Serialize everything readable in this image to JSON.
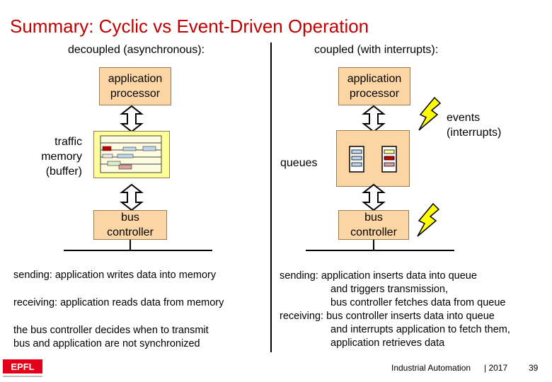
{
  "title": "Summary: Cyclic vs Event-Driven Operation",
  "left": {
    "heading": "decoupled (asynchronous):",
    "app_box": "application\nprocessor",
    "memory_label": "traffic\nmemory\n(buffer)",
    "bus_box": "bus\ncontroller",
    "notes": [
      "sending: application writes data into memory",
      "receiving: application reads data from memory",
      "the bus controller decides when to transmit",
      "bus and application are not synchronized"
    ]
  },
  "right": {
    "heading": "coupled (with interrupts):",
    "app_box": "application\nprocessor",
    "events_label": "events\n(interrupts)",
    "queues_label": "queues",
    "bus_box": "bus\ncontroller",
    "notes": [
      "sending: application inserts data into queue",
      "and triggers transmission,",
      "bus controller fetches data from queue",
      "receiving: bus controller inserts data into queue",
      "and interrupts application to fetch them,",
      "application retrieves data"
    ]
  },
  "footer": {
    "course": "Industrial Automation",
    "year": "| 2017",
    "page": "39",
    "logo": "EPFL"
  },
  "colors": {
    "title": "#c00000",
    "box_fill": "#fcd5a5",
    "memory_fill": "#ffff99",
    "lightning": "#ffff00"
  }
}
